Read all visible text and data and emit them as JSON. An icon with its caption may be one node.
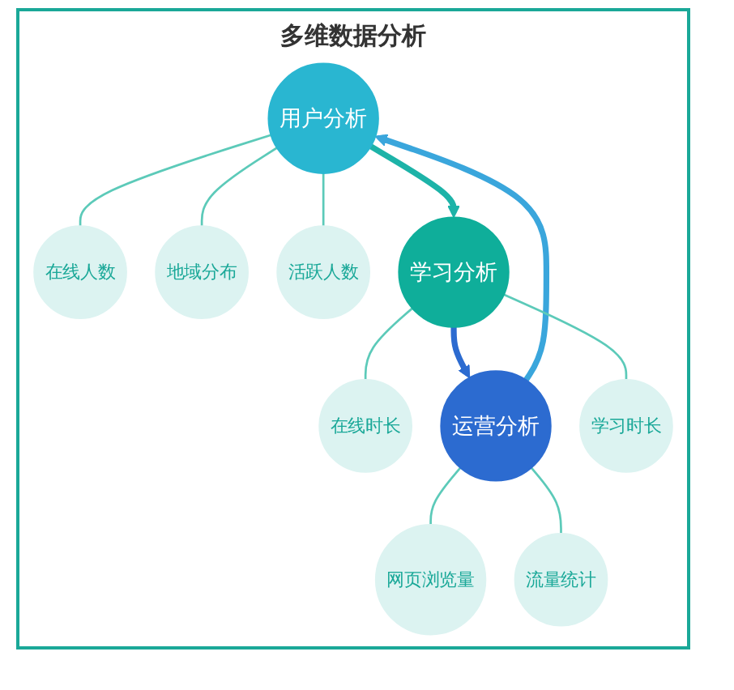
{
  "diagram": {
    "nodes": [
      {
        "text": [
          "在线人数"
        ]
      },
      {
        "text": [
          "地域分布"
        ]
      },
      {
        "text": [
          "活跃人数"
        ]
      },
      {
        "text": [
          "用户分析"
        ]
      },
      {
        "text": [
          "在线时长"
        ]
      },
      {
        "text": [
          "学习分析"
        ]
      },
      {
        "text": [
          "运营分析"
        ]
      },
      {
        "text": [
          "网页浏览量"
        ]
      },
      {
        "text": [
          "学习时长"
        ]
      },
      {
        "text": [
          "流量统计"
        ]
      }
    ],
    "edges": [
      {
        "from": 3,
        "to": 5,
        "arrow": "to",
        "style": "thick",
        "color": "#1db3a8"
      },
      {
        "from": 5,
        "to": 6,
        "arrow": "to",
        "style": "thick",
        "color": "#2c6bd0"
      },
      {
        "from": 6,
        "to": 3,
        "arrow": "to",
        "style": "thick",
        "color": "#3aa6dc"
      },
      {
        "from": 3,
        "to": 0,
        "arrow": "none"
      },
      {
        "from": 3,
        "to": 1,
        "arrow": "none"
      },
      {
        "from": 3,
        "to": 2,
        "arrow": "none"
      },
      {
        "from": 5,
        "to": 4,
        "arrow": "none"
      },
      {
        "from": 5,
        "to": 8,
        "arrow": "none"
      },
      {
        "from": 6,
        "to": 7,
        "arrow": "none"
      },
      {
        "from": 6,
        "to": 9,
        "arrow": "none"
      }
    ],
    "labels": [
      "多维数据分析"
    ]
  }
}
